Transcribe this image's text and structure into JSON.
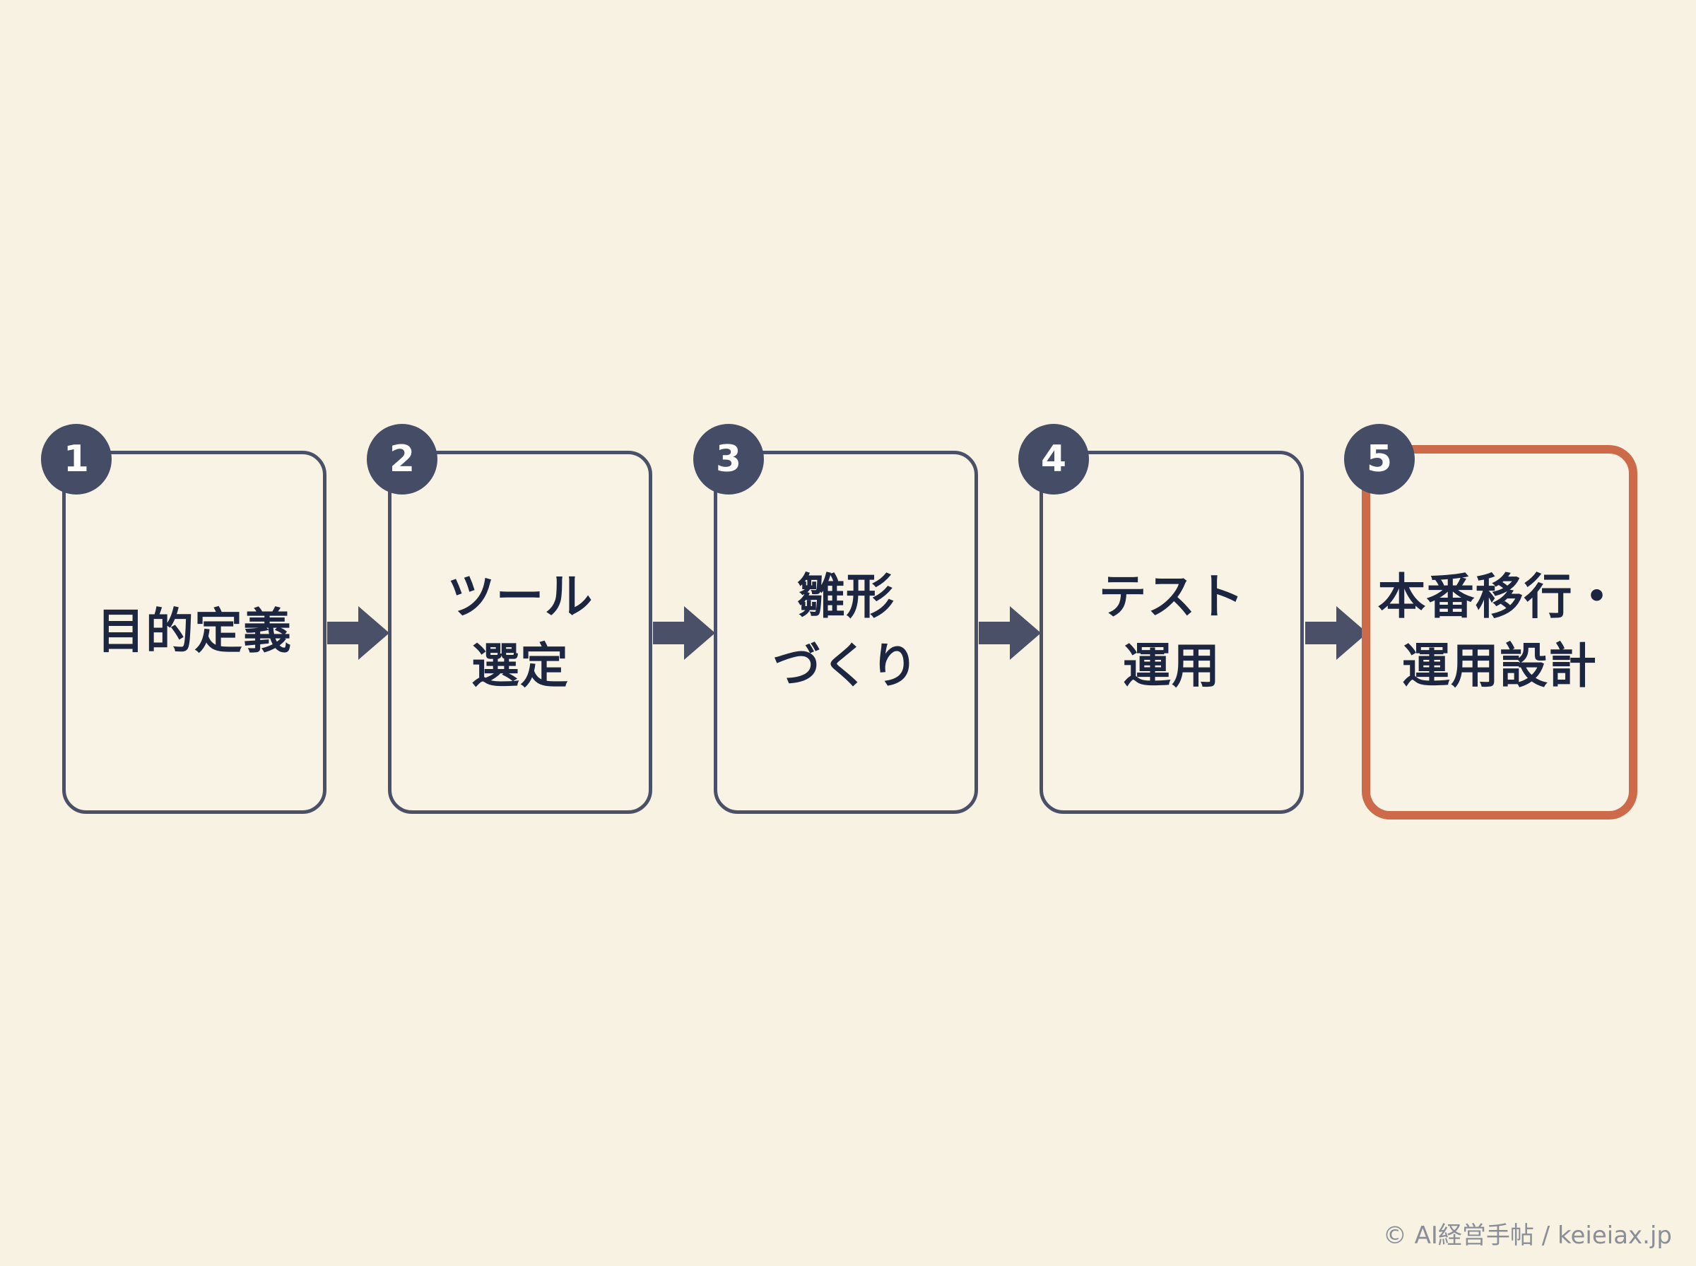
{
  "steps": [
    {
      "number": "1",
      "label": "目的定義",
      "highlighted": false
    },
    {
      "number": "2",
      "label": "ツール\n選定",
      "highlighted": false
    },
    {
      "number": "3",
      "label": "雛形\nづくり",
      "highlighted": false
    },
    {
      "number": "4",
      "label": "テスト\n運用",
      "highlighted": false
    },
    {
      "number": "5",
      "label": "本番移行・\n運用設計",
      "highlighted": true
    }
  ],
  "footer": {
    "credit": "© AI経営手帖 / keieiax.jp"
  },
  "colors": {
    "background": "#f7f2e2",
    "box_border": "#4a5068",
    "badge": "#454c66",
    "highlight_border": "#cc6a4a",
    "text": "#1c2640"
  }
}
